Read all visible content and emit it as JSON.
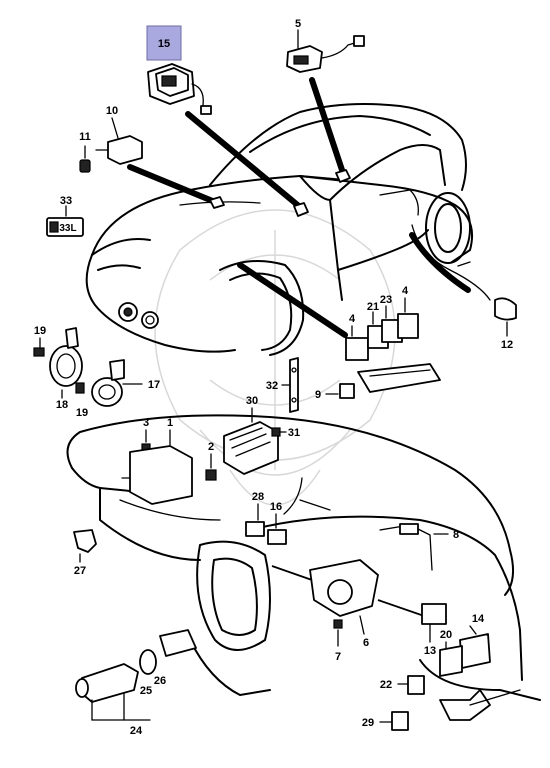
{
  "labels": {
    "p15": "15",
    "p5": "5",
    "p10": "10",
    "p11": "11",
    "p33": "33",
    "p19a": "19",
    "p18": "18",
    "p19b": "19",
    "p17": "17",
    "p21": "21",
    "p23": "23",
    "p4a": "4",
    "p4b": "4",
    "p12": "12",
    "p32": "32",
    "p9": "9",
    "p30": "30",
    "p31": "31",
    "p3": "3",
    "p1": "1",
    "p2": "2",
    "p28": "28",
    "p16": "16",
    "p8": "8",
    "p27": "27",
    "p14": "14",
    "p13": "13",
    "p20": "20",
    "p6": "6",
    "p7": "7",
    "p22": "22",
    "p25": "25",
    "p26": "26",
    "p24": "24",
    "p29": "29"
  },
  "emblem_text": "33L",
  "highlight_color": "#a9a9e0"
}
